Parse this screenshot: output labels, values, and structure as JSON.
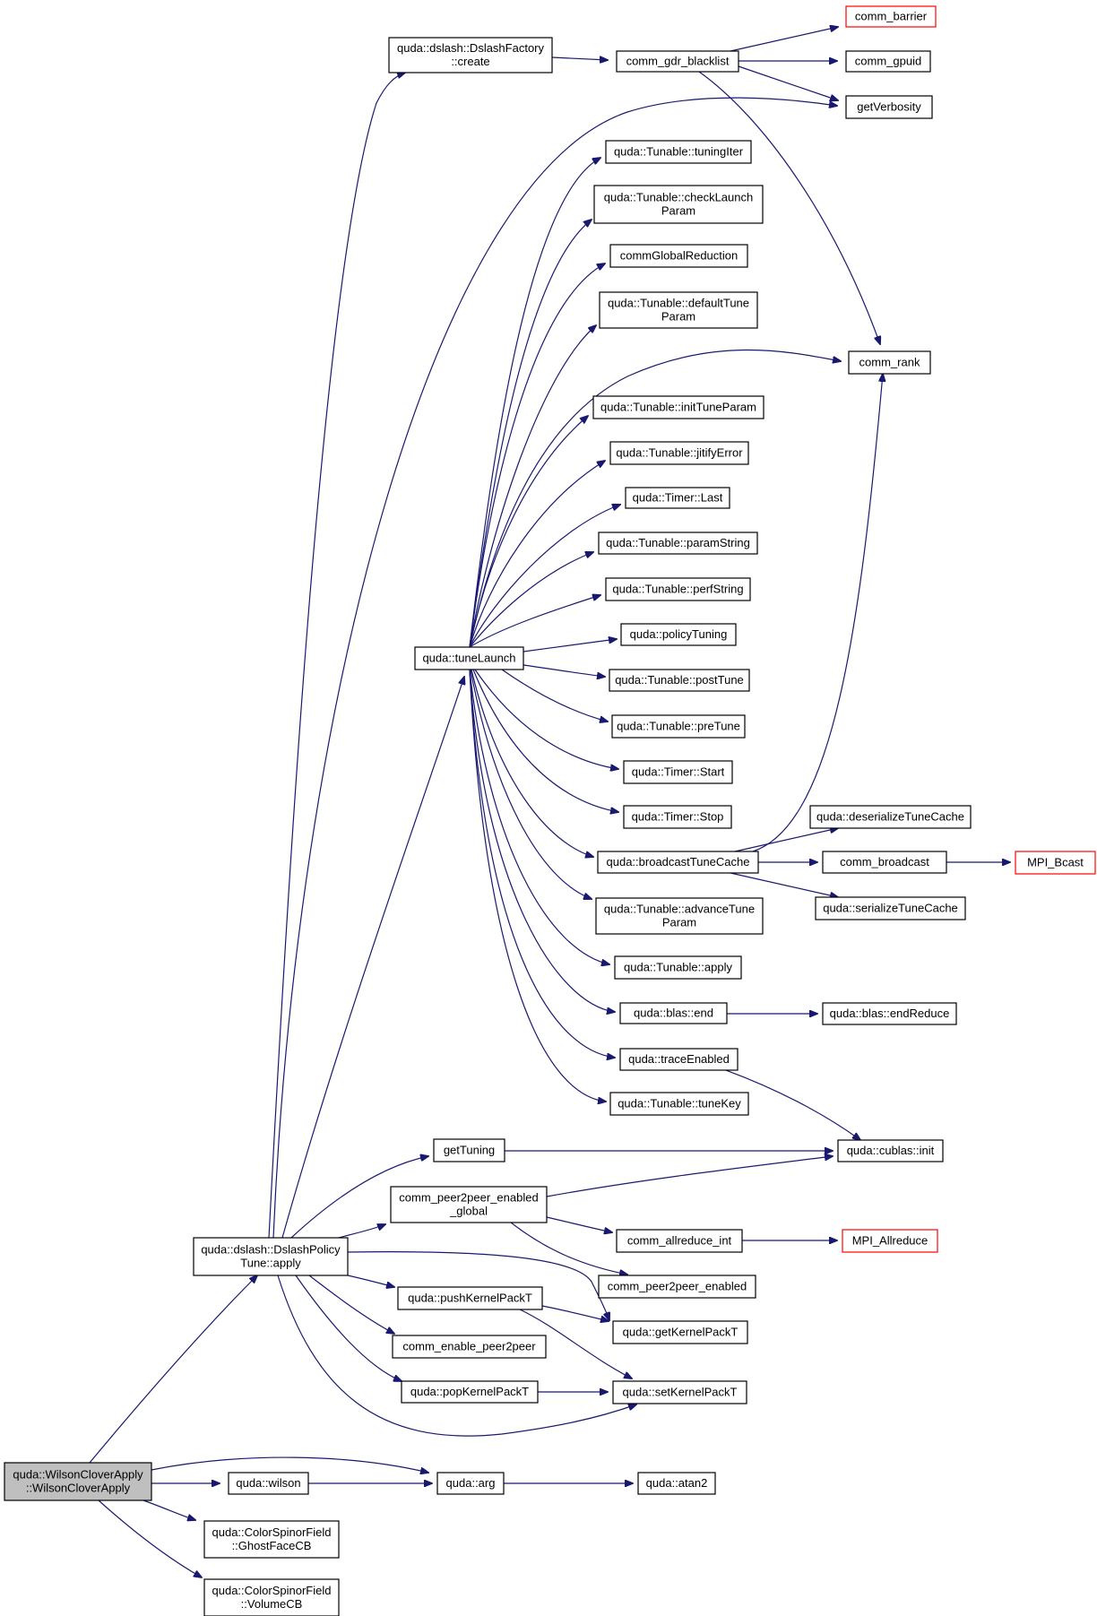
{
  "diagram": {
    "colors": {
      "edge": "#191970",
      "node_border": "#000000",
      "missing_node_border": "#ff0000",
      "root_fill": "#bfbfbf",
      "background": "#ffffff"
    },
    "nodes": [
      {
        "id": "root",
        "lines": [
          "quda::WilsonCloverApply",
          "::WilsonCloverApply"
        ],
        "style": "root"
      },
      {
        "id": "dslash_create",
        "lines": [
          "quda::dslash::DslashFactory",
          "::create"
        ]
      },
      {
        "id": "comm_gdr_blacklist",
        "lines": [
          "comm_gdr_blacklist"
        ]
      },
      {
        "id": "comm_barrier",
        "lines": [
          "comm_barrier"
        ],
        "style": "missing"
      },
      {
        "id": "comm_gpuid",
        "lines": [
          "comm_gpuid"
        ]
      },
      {
        "id": "getVerbosity",
        "lines": [
          "getVerbosity"
        ]
      },
      {
        "id": "tuningIter",
        "lines": [
          "quda::Tunable::tuningIter"
        ]
      },
      {
        "id": "checkLaunchParam",
        "lines": [
          "quda::Tunable::checkLaunch",
          "Param"
        ]
      },
      {
        "id": "commGlobalReduction",
        "lines": [
          "commGlobalReduction"
        ]
      },
      {
        "id": "defaultTuneParam",
        "lines": [
          "quda::Tunable::defaultTune",
          "Param"
        ]
      },
      {
        "id": "comm_rank",
        "lines": [
          "comm_rank"
        ]
      },
      {
        "id": "initTuneParam",
        "lines": [
          "quda::Tunable::initTuneParam"
        ]
      },
      {
        "id": "jitifyError",
        "lines": [
          "quda::Tunable::jitifyError"
        ]
      },
      {
        "id": "timer_last",
        "lines": [
          "quda::Timer::Last"
        ]
      },
      {
        "id": "paramString",
        "lines": [
          "quda::Tunable::paramString"
        ]
      },
      {
        "id": "perfString",
        "lines": [
          "quda::Tunable::perfString"
        ]
      },
      {
        "id": "policyTuning",
        "lines": [
          "quda::policyTuning"
        ]
      },
      {
        "id": "tuneLaunch",
        "lines": [
          "quda::tuneLaunch"
        ]
      },
      {
        "id": "postTune",
        "lines": [
          "quda::Tunable::postTune"
        ]
      },
      {
        "id": "preTune",
        "lines": [
          "quda::Tunable::preTune"
        ]
      },
      {
        "id": "timer_start",
        "lines": [
          "quda::Timer::Start"
        ]
      },
      {
        "id": "timer_stop",
        "lines": [
          "quda::Timer::Stop"
        ]
      },
      {
        "id": "broadcastTuneCache",
        "lines": [
          "quda::broadcastTuneCache"
        ]
      },
      {
        "id": "deserializeTuneCache",
        "lines": [
          "quda::deserializeTuneCache"
        ]
      },
      {
        "id": "comm_broadcast",
        "lines": [
          "comm_broadcast"
        ]
      },
      {
        "id": "MPI_Bcast",
        "lines": [
          "MPI_Bcast"
        ],
        "style": "missing"
      },
      {
        "id": "serializeTuneCache",
        "lines": [
          "quda::serializeTuneCache"
        ]
      },
      {
        "id": "advanceTuneParam",
        "lines": [
          "quda::Tunable::advanceTune",
          "Param"
        ]
      },
      {
        "id": "tunable_apply",
        "lines": [
          "quda::Tunable::apply"
        ]
      },
      {
        "id": "blas_end",
        "lines": [
          "quda::blas::end"
        ]
      },
      {
        "id": "endReduce",
        "lines": [
          "quda::blas::endReduce"
        ]
      },
      {
        "id": "traceEnabled",
        "lines": [
          "quda::traceEnabled"
        ]
      },
      {
        "id": "tuneKey",
        "lines": [
          "quda::Tunable::tuneKey"
        ]
      },
      {
        "id": "getTuning",
        "lines": [
          "getTuning"
        ]
      },
      {
        "id": "cublas_init",
        "lines": [
          "quda::cublas::init"
        ]
      },
      {
        "id": "p2p_global",
        "lines": [
          "comm_peer2peer_enabled",
          "_global"
        ]
      },
      {
        "id": "comm_allreduce_int",
        "lines": [
          "comm_allreduce_int"
        ]
      },
      {
        "id": "MPI_Allreduce",
        "lines": [
          "MPI_Allreduce"
        ],
        "style": "missing"
      },
      {
        "id": "policy_apply",
        "lines": [
          "quda::dslash::DslashPolicy",
          "Tune::apply"
        ]
      },
      {
        "id": "p2p_enabled",
        "lines": [
          "comm_peer2peer_enabled"
        ]
      },
      {
        "id": "pushKernelPackT",
        "lines": [
          "quda::pushKernelPackT"
        ]
      },
      {
        "id": "getKernelPackT",
        "lines": [
          "quda::getKernelPackT"
        ]
      },
      {
        "id": "comm_enable_p2p",
        "lines": [
          "comm_enable_peer2peer"
        ]
      },
      {
        "id": "popKernelPackT",
        "lines": [
          "quda::popKernelPackT"
        ]
      },
      {
        "id": "setKernelPackT",
        "lines": [
          "quda::setKernelPackT"
        ]
      },
      {
        "id": "quda_wilson",
        "lines": [
          "quda::wilson"
        ]
      },
      {
        "id": "quda_arg",
        "lines": [
          "quda::arg"
        ]
      },
      {
        "id": "quda_atan2",
        "lines": [
          "quda::atan2"
        ]
      },
      {
        "id": "ghostFaceCB",
        "lines": [
          "quda::ColorSpinorField",
          "::GhostFaceCB"
        ]
      },
      {
        "id": "volumeCB",
        "lines": [
          "quda::ColorSpinorField",
          "::VolumeCB"
        ]
      }
    ],
    "edges": [
      [
        "root",
        "policy_apply"
      ],
      [
        "root",
        "quda_arg"
      ],
      [
        "root",
        "quda_wilson"
      ],
      [
        "root",
        "ghostFaceCB"
      ],
      [
        "root",
        "volumeCB"
      ],
      [
        "policy_apply",
        "dslash_create"
      ],
      [
        "policy_apply",
        "getVerbosity"
      ],
      [
        "policy_apply",
        "tuneLaunch"
      ],
      [
        "policy_apply",
        "getTuning"
      ],
      [
        "policy_apply",
        "p2p_global"
      ],
      [
        "policy_apply",
        "getKernelPackT"
      ],
      [
        "policy_apply",
        "pushKernelPackT"
      ],
      [
        "policy_apply",
        "comm_enable_p2p"
      ],
      [
        "policy_apply",
        "popKernelPackT"
      ],
      [
        "policy_apply",
        "setKernelPackT"
      ],
      [
        "dslash_create",
        "comm_gdr_blacklist"
      ],
      [
        "comm_gdr_blacklist",
        "comm_barrier"
      ],
      [
        "comm_gdr_blacklist",
        "comm_gpuid"
      ],
      [
        "comm_gdr_blacklist",
        "getVerbosity"
      ],
      [
        "comm_gdr_blacklist",
        "comm_rank"
      ],
      [
        "tuneLaunch",
        "tuningIter"
      ],
      [
        "tuneLaunch",
        "checkLaunchParam"
      ],
      [
        "tuneLaunch",
        "commGlobalReduction"
      ],
      [
        "tuneLaunch",
        "defaultTuneParam"
      ],
      [
        "tuneLaunch",
        "comm_rank"
      ],
      [
        "tuneLaunch",
        "initTuneParam"
      ],
      [
        "tuneLaunch",
        "jitifyError"
      ],
      [
        "tuneLaunch",
        "timer_last"
      ],
      [
        "tuneLaunch",
        "paramString"
      ],
      [
        "tuneLaunch",
        "perfString"
      ],
      [
        "tuneLaunch",
        "policyTuning"
      ],
      [
        "tuneLaunch",
        "postTune"
      ],
      [
        "tuneLaunch",
        "preTune"
      ],
      [
        "tuneLaunch",
        "timer_start"
      ],
      [
        "tuneLaunch",
        "timer_stop"
      ],
      [
        "tuneLaunch",
        "broadcastTuneCache"
      ],
      [
        "tuneLaunch",
        "advanceTuneParam"
      ],
      [
        "tuneLaunch",
        "tunable_apply"
      ],
      [
        "tuneLaunch",
        "blas_end"
      ],
      [
        "tuneLaunch",
        "traceEnabled"
      ],
      [
        "tuneLaunch",
        "tuneKey"
      ],
      [
        "broadcastTuneCache",
        "comm_rank"
      ],
      [
        "broadcastTuneCache",
        "deserializeTuneCache"
      ],
      [
        "broadcastTuneCache",
        "comm_broadcast"
      ],
      [
        "broadcastTuneCache",
        "serializeTuneCache"
      ],
      [
        "comm_broadcast",
        "MPI_Bcast"
      ],
      [
        "blas_end",
        "endReduce"
      ],
      [
        "traceEnabled",
        "cublas_init"
      ],
      [
        "getTuning",
        "cublas_init"
      ],
      [
        "p2p_global",
        "cublas_init"
      ],
      [
        "p2p_global",
        "comm_allreduce_int"
      ],
      [
        "p2p_global",
        "p2p_enabled"
      ],
      [
        "comm_allreduce_int",
        "MPI_Allreduce"
      ],
      [
        "pushKernelPackT",
        "getKernelPackT"
      ],
      [
        "pushKernelPackT",
        "setKernelPackT"
      ],
      [
        "popKernelPackT",
        "setKernelPackT"
      ],
      [
        "quda_wilson",
        "quda_arg"
      ],
      [
        "quda_arg",
        "quda_atan2"
      ]
    ]
  }
}
